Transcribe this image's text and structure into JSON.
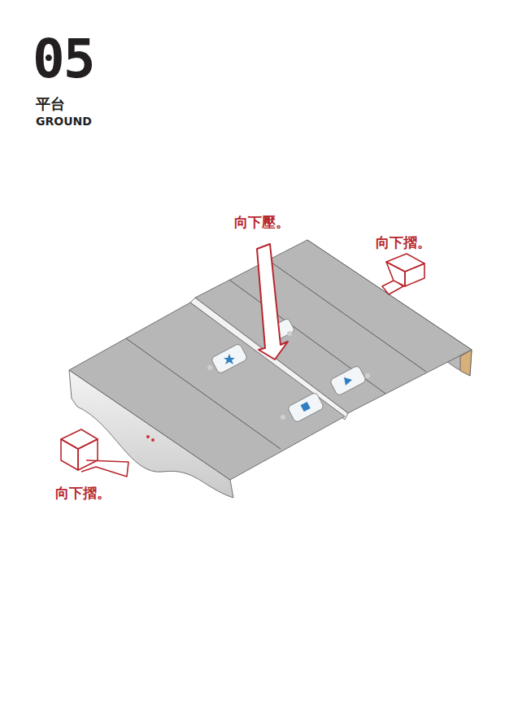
{
  "diagram": {
    "title": "05",
    "labels": [
      "平台",
      "GROUND",
      "向下壓。",
      "向下摺。",
      "向下摺。"
    ]
  }
}
